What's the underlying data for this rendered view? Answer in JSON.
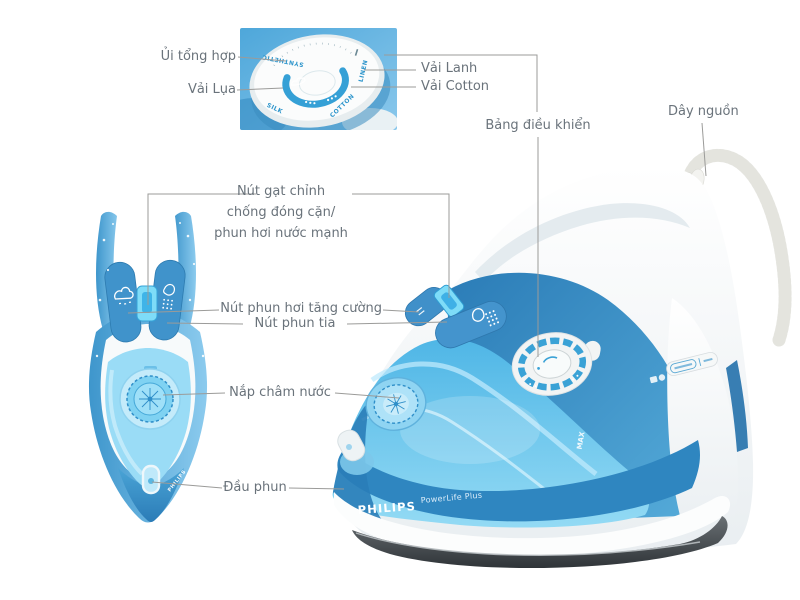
{
  "callouts": {
    "synthetic": "Ủi tổng hợp",
    "silk": "Vải Lụa",
    "linen": "Vải Lanh",
    "cotton": "Vải Cotton",
    "control_panel": "Bảng điều khiển",
    "power_cord": "Dây nguồn",
    "anti_calc": [
      "Nút gạt chỉnh",
      "chống đóng cặn/",
      "phun hơi nước mạnh"
    ],
    "steam_boost": "Nút phun hơi tăng cường",
    "spray": "Nút phun tia",
    "water_cap": "Nắp châm nước",
    "nozzle": "Đầu phun"
  },
  "branding": {
    "brand": "PHILIPS",
    "model": "PowerLife Plus",
    "side_brand": "PHILIPS"
  },
  "markings": {
    "tank_max": "MAX",
    "dial": {
      "synthetic": "SYNTHETIC",
      "silk": "SILK",
      "cotton": "COTTON",
      "linen": "LINEN"
    }
  },
  "colors": {
    "label_text": "#6a737b",
    "leader_line": "#9b9b99",
    "iron_blue": "#2f86c1",
    "tank_blue": "#5bc0e8",
    "soleplate": "#3f4447"
  }
}
